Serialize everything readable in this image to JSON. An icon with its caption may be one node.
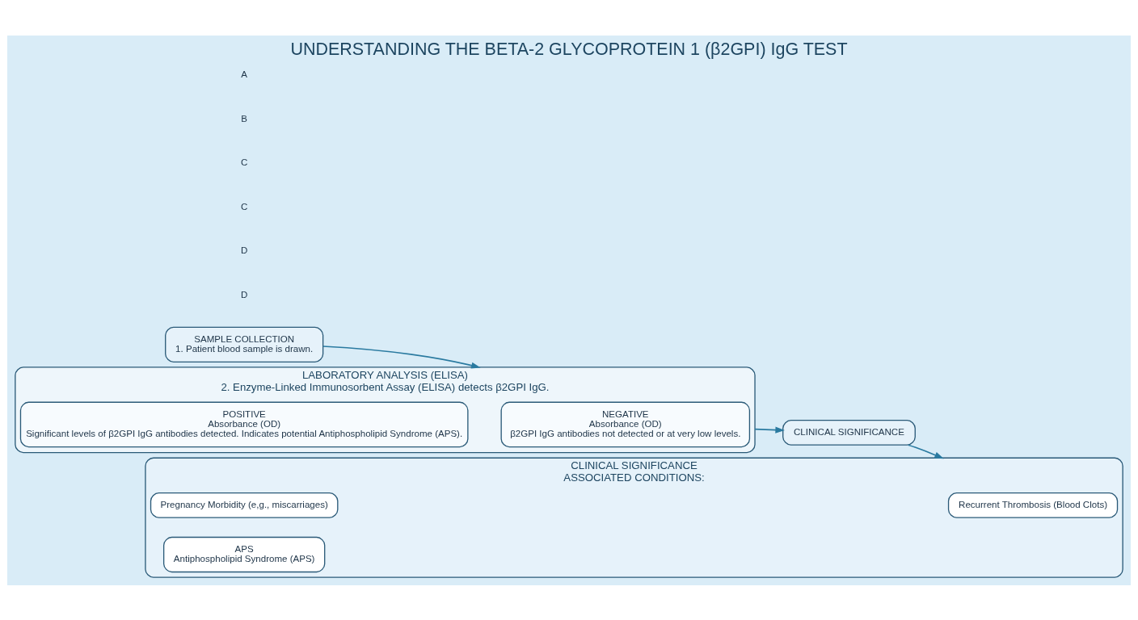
{
  "diagram": {
    "title": "UNDERSTANDING THE BETA-2 GLYCOPROTEIN 1 (β2GPI) IgG TEST",
    "nodes": [
      {
        "text": [
          "SAMPLE COLLECTION",
          "1. Patient blood sample is drawn."
        ]
      },
      {
        "text": [
          "LABORATORY ANALYSIS (ELISA)",
          "2. Enzyme-Linked Immunosorbent Assay (ELISA) detects β2GPI IgG."
        ]
      },
      {
        "text": [
          "NEGATIVE",
          "Absorbance (OD)",
          "β2GPI IgG antibodies not detected or at very low levels."
        ],
        "in": 1
      },
      {
        "text": [
          "POSITIVE",
          "Absorbance (OD)",
          "Significant levels of β2GPI IgG antibodies detected. Indicates potential Antiphospholipid Syndrome (APS)."
        ],
        "in": 1
      },
      {
        "text": [
          "CLINICAL SIGNIFICANCE"
        ]
      },
      {
        "text": [
          "CLINICAL SIGNIFICANCE",
          "ASSOCIATED CONDITIONS:"
        ]
      },
      {
        "text": [
          "Recurrent Thrombosis (Blood Clots)"
        ],
        "in": 5
      },
      {
        "text": [
          "Pregnancy Morbidity (e,g., miscarriages)"
        ],
        "in": 5
      },
      {
        "text": [
          "APS",
          "Antiphospholipid Syndrome (APS)"
        ],
        "in": 5
      }
    ],
    "edges": [
      {
        "from": 0,
        "to": 1,
        "arrow": "to"
      },
      {
        "from": 1,
        "to": 4,
        "arrow": "to"
      },
      {
        "from": 4,
        "to": 5,
        "arrow": "to"
      }
    ],
    "labels": [
      "D",
      "D",
      "C",
      "C",
      "B",
      "A"
    ]
  }
}
